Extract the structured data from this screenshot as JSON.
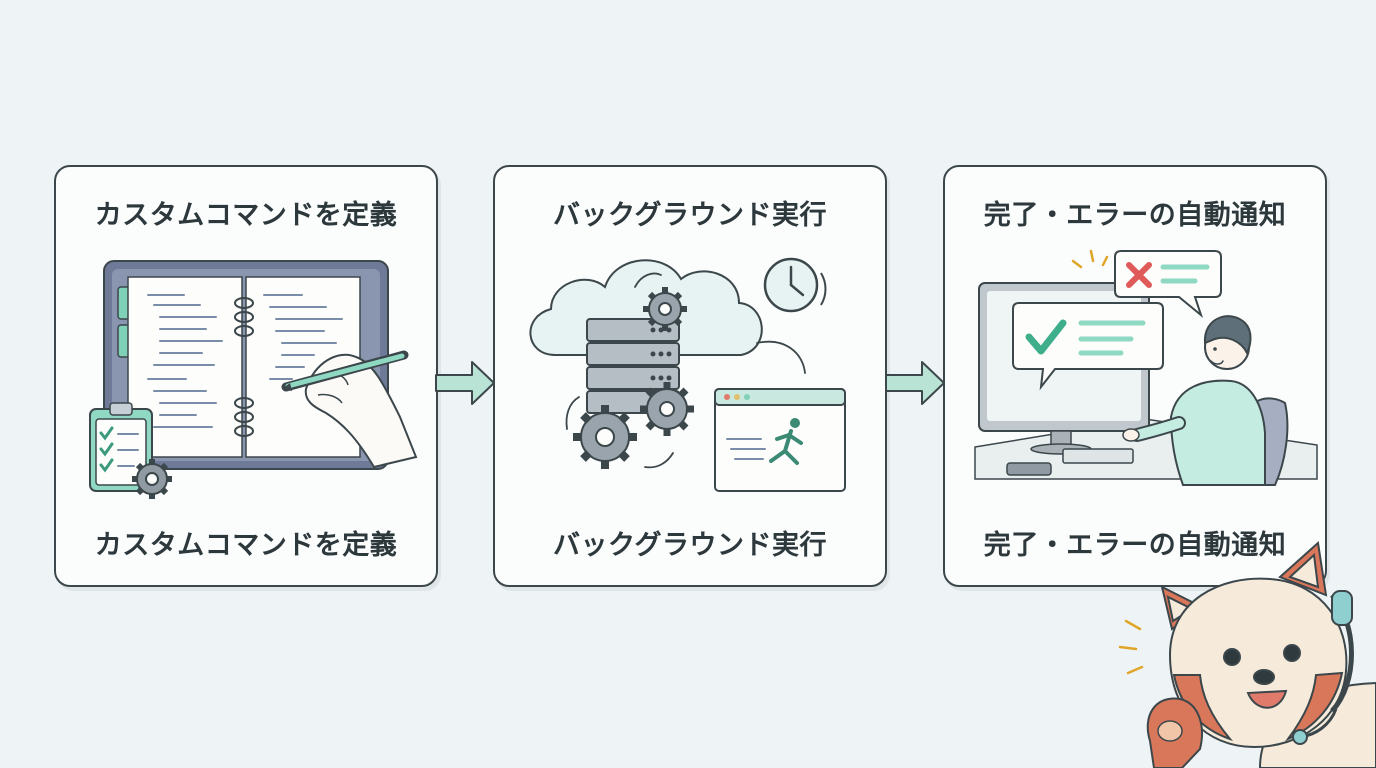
{
  "steps": [
    {
      "title": "カスタムコマンドを定義",
      "caption": "カスタムコマンドを定義",
      "icon": "notebook-icon"
    },
    {
      "title": "バックグラウンド実行",
      "caption": "バックグラウンド実行",
      "icon": "server-cloud-icon"
    },
    {
      "title": "完了・エラーの自動通知",
      "caption": "完了・エラーの自動通知",
      "icon": "notification-monitor-icon"
    }
  ],
  "colors": {
    "accent": "#5fc2a6",
    "error": "#e05a5a",
    "outline": "#3c474b",
    "background": "#eef4f5"
  }
}
